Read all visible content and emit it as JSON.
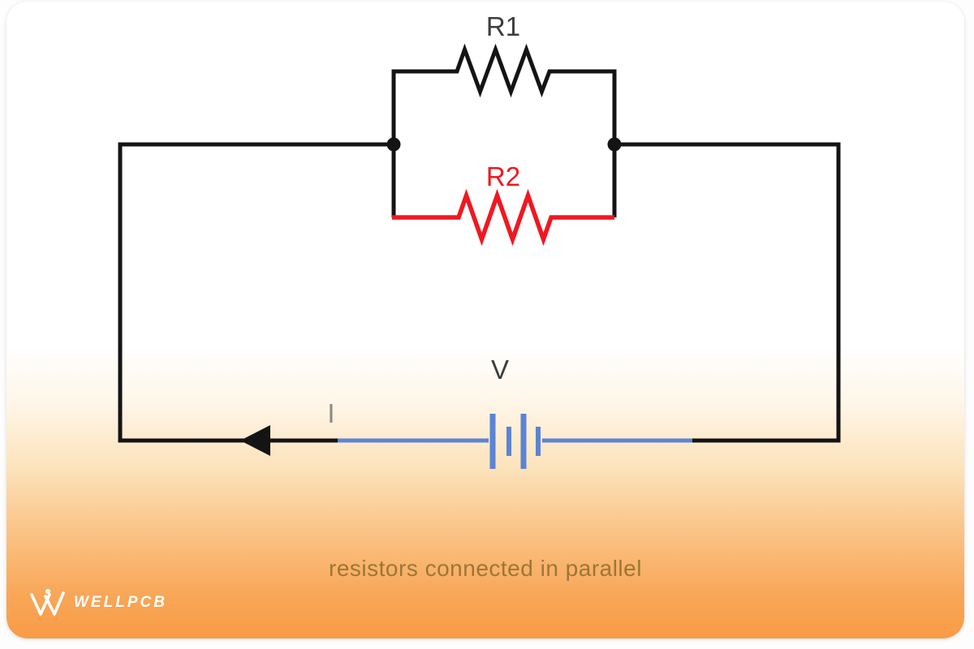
{
  "figure": {
    "caption": "resistors connected in parallel",
    "labels": {
      "r1": "R1",
      "r2": "R2",
      "voltage": "V",
      "current": "I"
    },
    "colors": {
      "wire": "#141414",
      "resistor_r2": "#f01820",
      "battery": "#5b84d4",
      "label_dark": "#3d3d3d",
      "label_gray": "#8a8a8a",
      "caption": "#9d7636",
      "logo": "#ffffff"
    }
  },
  "brand": {
    "name": "WELLPCB"
  }
}
